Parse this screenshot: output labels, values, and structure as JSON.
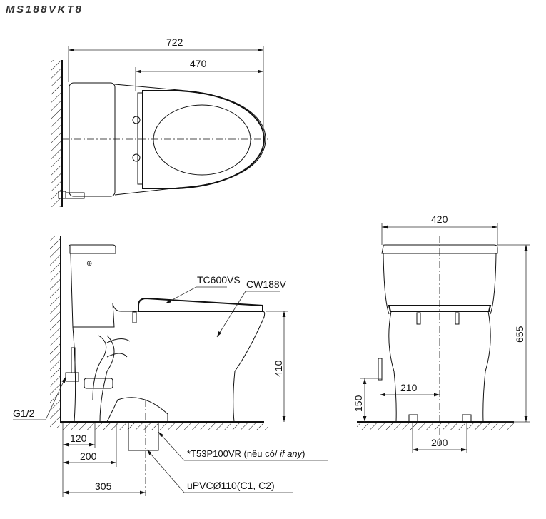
{
  "title": "MS188VKT8",
  "top_view": {
    "dim_overall": "722",
    "dim_seat": "470"
  },
  "side_view": {
    "seat_label": "TC600VS",
    "bowl_label": "CW188V",
    "supply_label": "G1/2",
    "flange_label": "*T53P100VR (nếu có/ ",
    "flange_label_italic": "if any",
    "flange_label_end": ")",
    "pipe_label": "uPVCØ110(C1, C2)",
    "dim_height": "410",
    "dim_120": "120",
    "dim_200": "200",
    "dim_305": "305"
  },
  "front_view": {
    "dim_width": "420",
    "dim_height": "655",
    "dim_supply_offset": "210",
    "dim_supply_height": "150",
    "dim_bolts": "200"
  }
}
